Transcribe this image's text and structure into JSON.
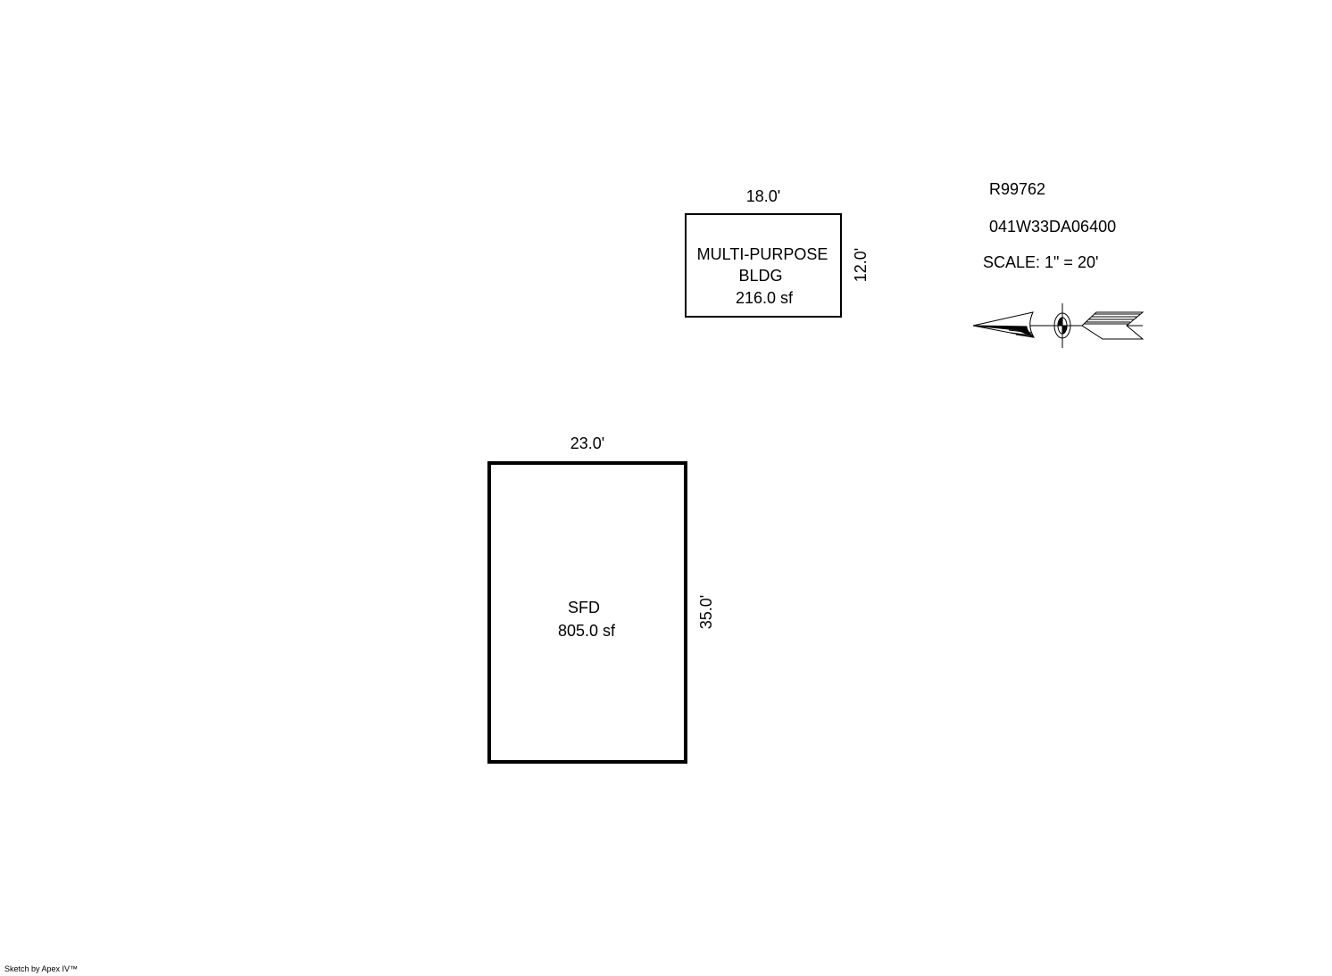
{
  "header": {
    "parcel_id": "R99762",
    "map_tax_lot": "041W33DA06400",
    "scale": "SCALE: 1\" = 20'"
  },
  "buildings": [
    {
      "name_line1": "MULTI-PURPOSE",
      "name_line2": "BLDG",
      "area": "216.0 sf",
      "width_label": "18.0'",
      "depth_label": "12.0'"
    },
    {
      "name_line1": "SFD",
      "area": "805.0 sf",
      "width_label": "23.0'",
      "depth_label": "35.0'"
    }
  ],
  "footer": {
    "credit": "Sketch by Apex IV™"
  }
}
